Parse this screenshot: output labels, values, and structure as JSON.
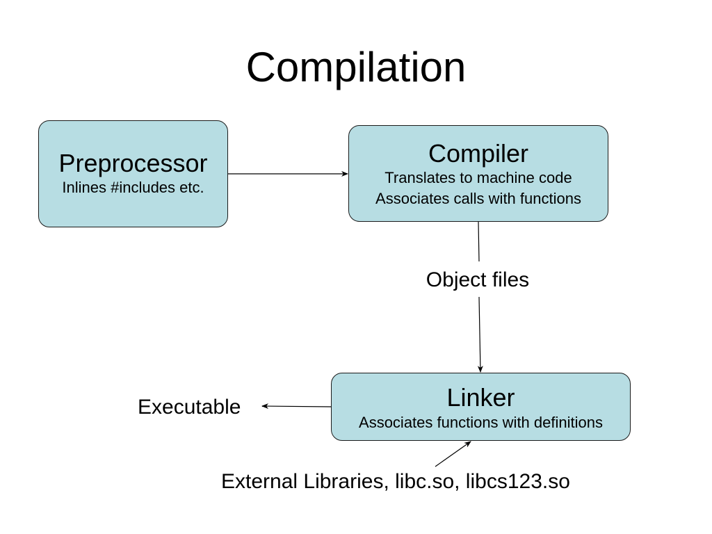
{
  "title": "Compilation",
  "nodes": {
    "preprocessor": {
      "title": "Preprocessor",
      "lines": [
        "Inlines #includes etc."
      ]
    },
    "compiler": {
      "title": "Compiler",
      "lines": [
        "Translates to machine code",
        "Associates calls with functions"
      ]
    },
    "linker": {
      "title": "Linker",
      "lines": [
        "Associates functions with definitions"
      ]
    }
  },
  "labels": {
    "object_files": "Object files",
    "executable": "Executable",
    "external_libraries": "External Libraries, libc.so, libcs123.so"
  },
  "edges": [
    {
      "from": "preprocessor",
      "to": "compiler"
    },
    {
      "from": "compiler",
      "to": "linker",
      "label": "Object files"
    },
    {
      "from": "linker",
      "to": "executable"
    },
    {
      "from": "external_libraries",
      "to": "linker"
    }
  ],
  "colors": {
    "box_fill": "#b7dde3",
    "box_border": "#1a1a1a",
    "arrow": "#000000"
  }
}
